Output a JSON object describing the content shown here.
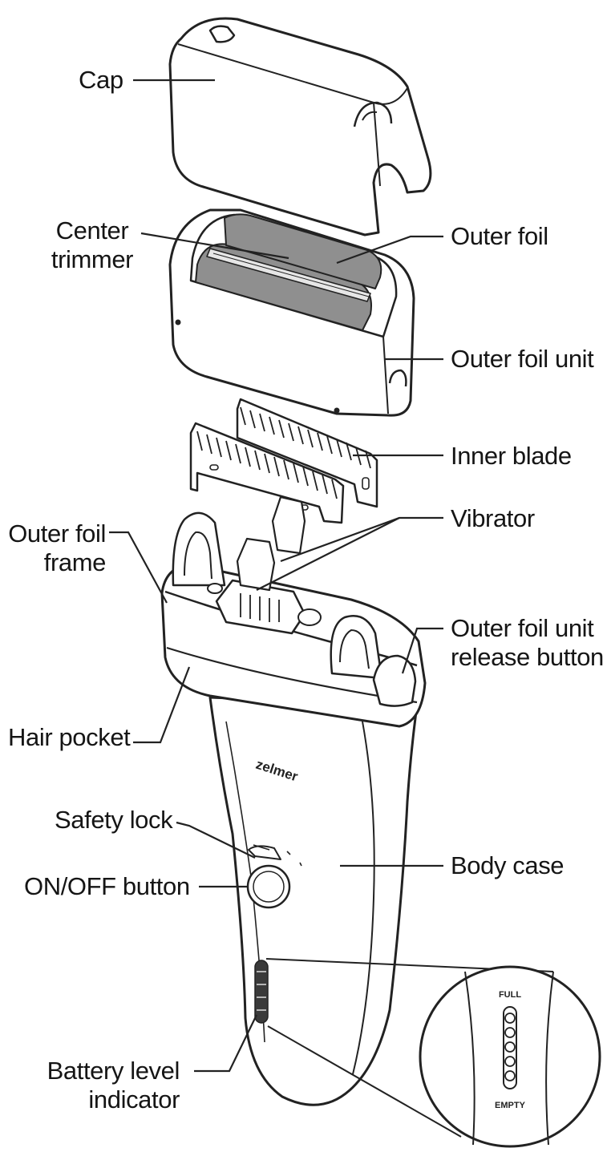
{
  "labels": {
    "cap": "Cap",
    "center_trimmer_1": "Center",
    "center_trimmer_2": "trimmer",
    "outer_foil": "Outer foil",
    "outer_foil_unit": "Outer foil unit",
    "inner_blade": "Inner blade",
    "vibrator": "Vibrator",
    "outer_foil_frame_1": "Outer foil",
    "outer_foil_frame_2": "frame",
    "release_button_1": "Outer foil unit",
    "release_button_2": "release button",
    "hair_pocket": "Hair pocket",
    "safety_lock": "Safety lock",
    "on_off_button": "ON/OFF button",
    "body_case": "Body case",
    "battery_indicator_1": "Battery level",
    "battery_indicator_2": "indicator"
  },
  "device_markings": {
    "brand": "zelmer",
    "full": "FULL",
    "empty": "EMPTY"
  },
  "colors": {
    "ink": "#151515",
    "line": "#222222",
    "foil_gray": "#8f8f8f",
    "battery_stripe": "#3a3a3a"
  }
}
